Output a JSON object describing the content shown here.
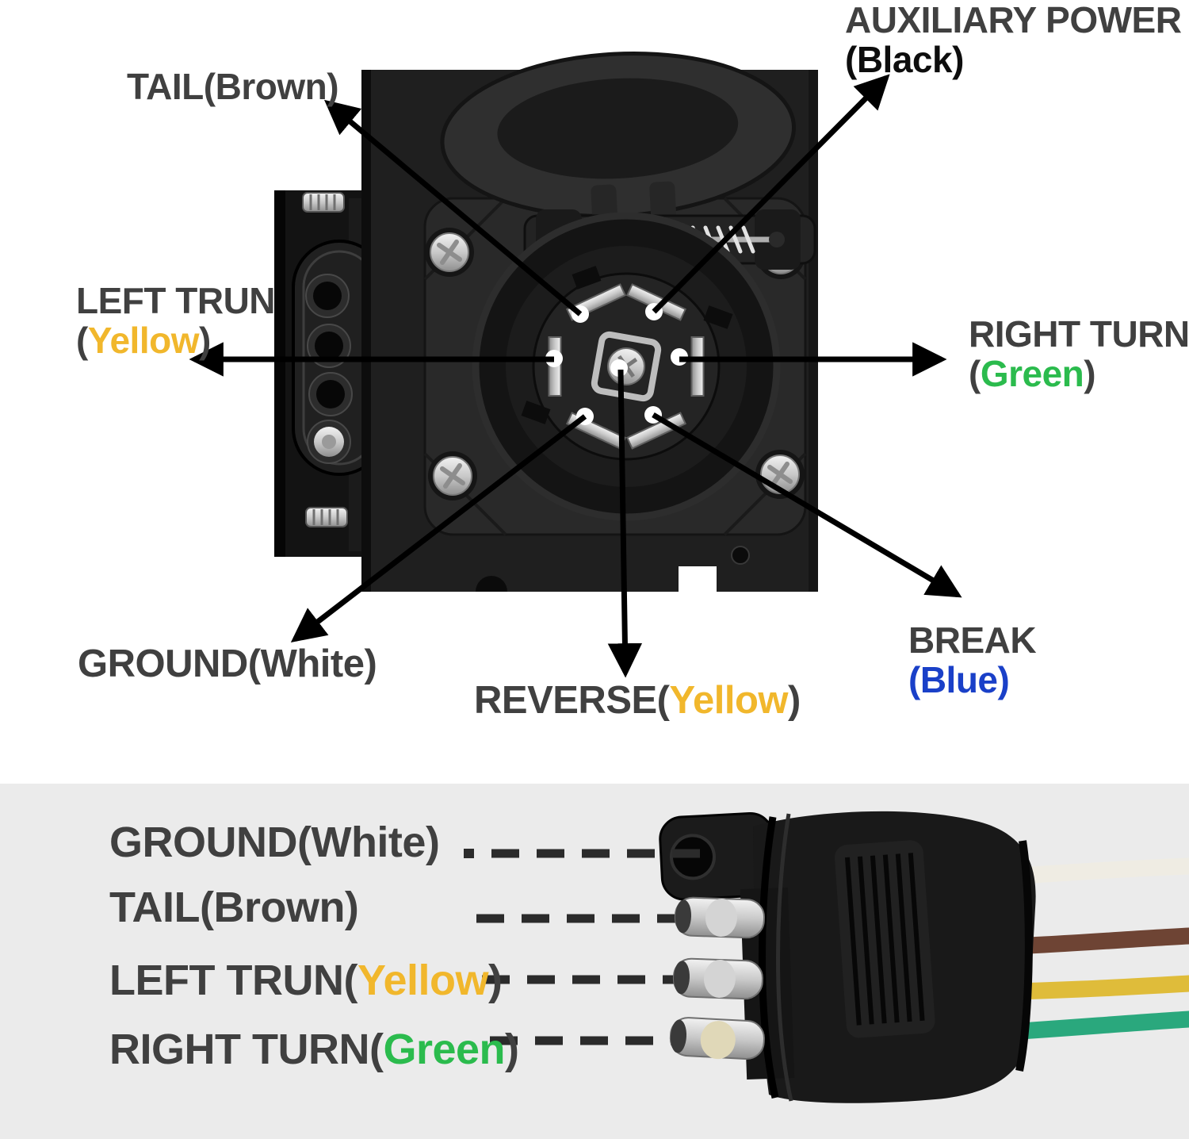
{
  "colors": {
    "label_dark": "#404040",
    "label_black": "#0d0d0d",
    "wire_yellow": "#f1b72c",
    "wire_green": "#2bbb4d",
    "wire_blue": "#1a40c8",
    "bottom_panel_bg": "#ebebeb",
    "arrow_black": "#000000"
  },
  "pin_labels": {
    "auxiliary_power": {
      "name": "AUXILIARY POWER",
      "wire": "(Black)"
    },
    "tail": {
      "name": "TAIL(Brown)"
    },
    "left_turn": {
      "name": "LEFT TRUN",
      "paren_open": "(",
      "wire": "Yellow",
      "paren_close": ")"
    },
    "right_turn": {
      "name": "RIGHT TURN",
      "paren_open": "(",
      "wire": "Green",
      "paren_close": ")"
    },
    "ground": {
      "name": "GROUND(White)"
    },
    "reverse": {
      "name_prefix": "REVERSE(",
      "wire": "Yellow",
      "suffix": ")"
    },
    "brake": {
      "name": "BREAK",
      "wire": "(Blue)"
    }
  },
  "harness_legend": {
    "rows": [
      {
        "prefix": "GROUND(White)",
        "colored": "",
        "suffix": ""
      },
      {
        "prefix": "TAIL(Brown)",
        "colored": "",
        "suffix": ""
      },
      {
        "prefix": "LEFT TRUN(",
        "colored": "Yellow",
        "suffix": ")"
      },
      {
        "prefix": "RIGHT TURN(",
        "colored": "Green",
        "suffix": ")"
      }
    ]
  }
}
